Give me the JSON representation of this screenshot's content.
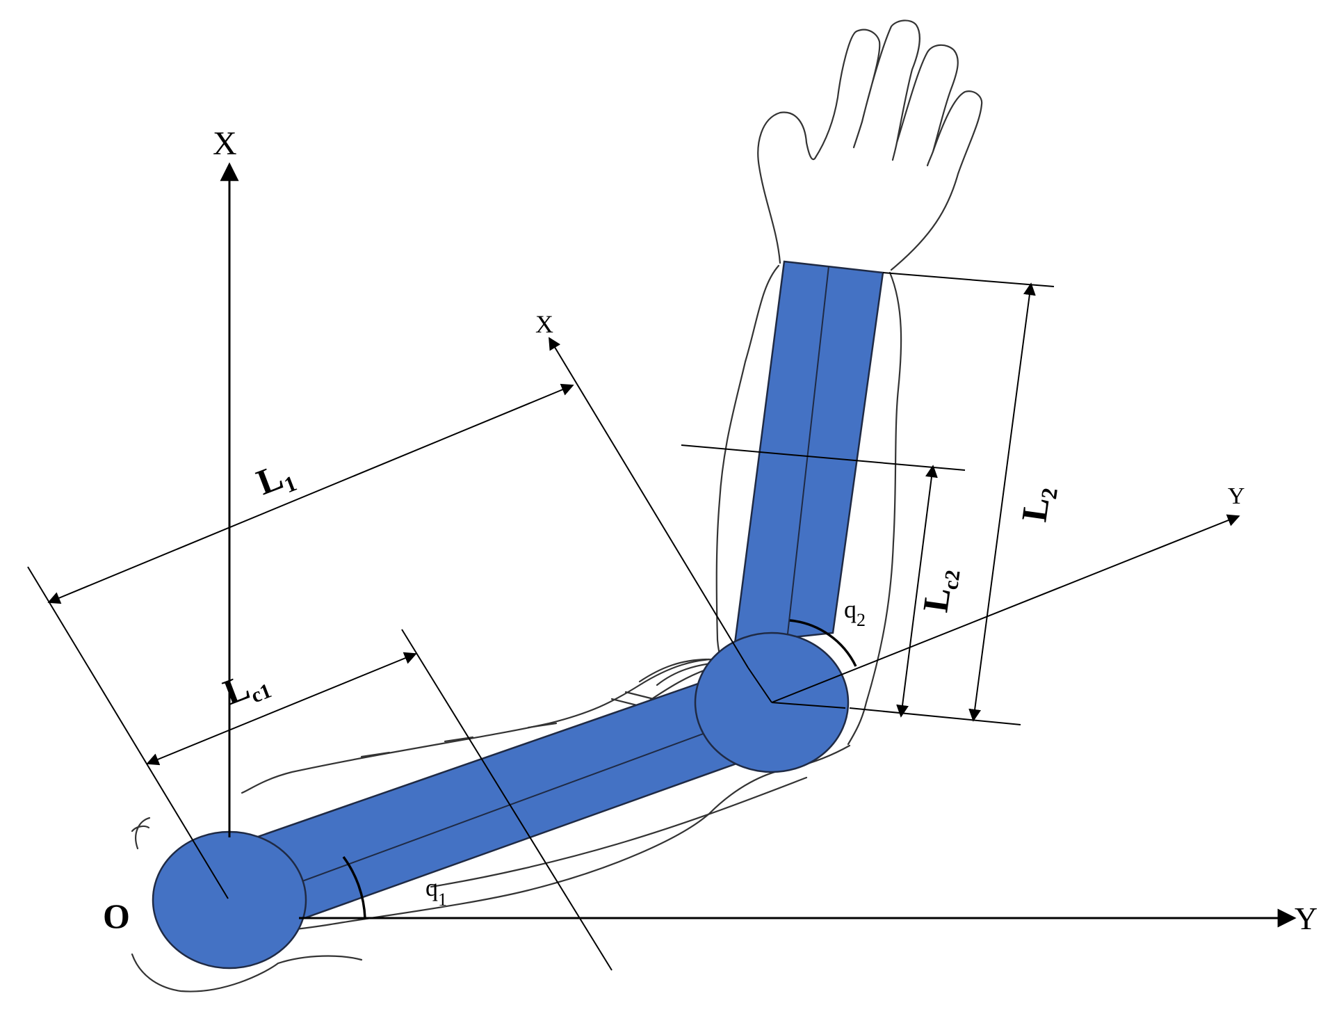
{
  "colors": {
    "link_fill": "#4472c4",
    "link_stroke": "#1f2a44",
    "line": "#000000",
    "sketch": "#333333",
    "background": "#ffffff"
  },
  "labels": {
    "global_x": "X",
    "global_y": "Y",
    "origin": "O",
    "local_x": "X",
    "local_y": "Y",
    "L1": {
      "main": "L",
      "sub": "1"
    },
    "Lc1": {
      "main": "L",
      "sub": "c1"
    },
    "L2": {
      "main": "L",
      "sub": "2"
    },
    "Lc2": {
      "main": "L",
      "sub": "c2"
    },
    "q1": {
      "main": "q",
      "sub": "1"
    },
    "q2": {
      "main": "q",
      "sub": "2"
    }
  }
}
